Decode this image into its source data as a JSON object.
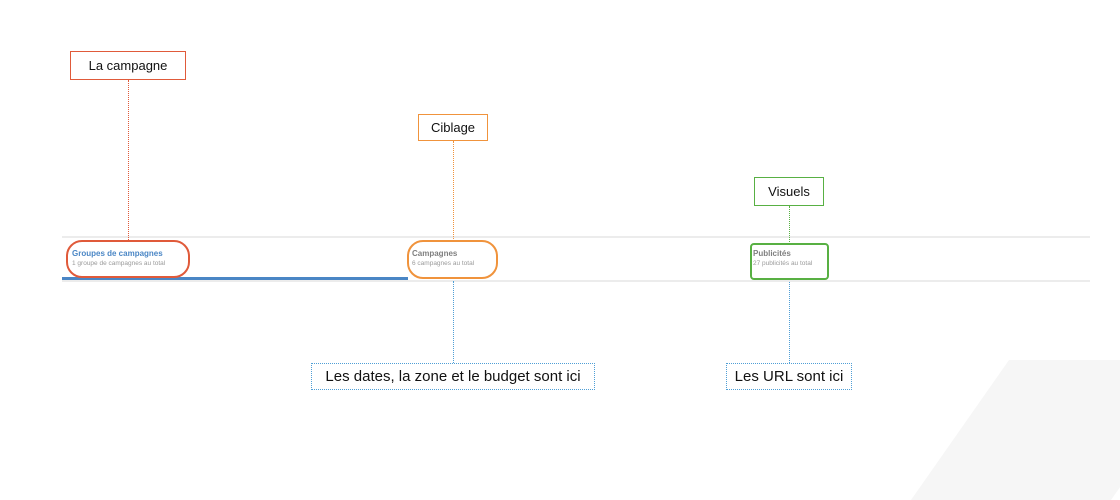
{
  "tabs": [
    {
      "title": "Groupes de campagnes",
      "subtitle": "1 groupe de campagnes au total",
      "active": true
    },
    {
      "title": "Campagnes",
      "subtitle": "6 campagnes au total",
      "active": false
    },
    {
      "title": "Publicités",
      "subtitle": "27 publicités au total",
      "active": false
    }
  ],
  "annotations": {
    "campaign": "La campagne",
    "targeting": "Ciblage",
    "visuals": "Visuels",
    "dates_zone_budget": "Les dates, la zone et le budget sont ici",
    "urls": "Les URL sont ici"
  },
  "colors": {
    "red": "#e05a3a",
    "orange": "#f0933c",
    "green": "#58b043",
    "blue": "#4f9fd6",
    "tab_active": "#4a86c5"
  }
}
